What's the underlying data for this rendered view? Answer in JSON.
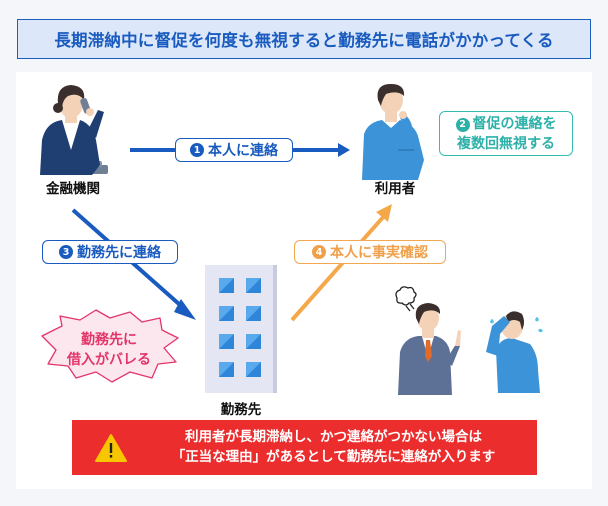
{
  "title": "長期滞納中に督促を何度も無視すると勤務先に電話がかかってくる",
  "actors": {
    "bank": "金融機関",
    "user": "利用者",
    "employer": "勤務先"
  },
  "steps": [
    {
      "num": "1",
      "label": "本人に連絡"
    },
    {
      "num": "2",
      "line1": "督促の連絡を",
      "line2": "複数回無視する"
    },
    {
      "num": "3",
      "label": "勤務先に連絡"
    },
    {
      "num": "4",
      "label": "本人に事実確認"
    }
  ],
  "burst": {
    "line1": "勤務先に",
    "line2": "借入がバレる"
  },
  "warning": {
    "icon": "warning-triangle-icon",
    "line1": "利用者が長期滞納し、かつ連絡がつかない場合は",
    "line2": "「正当な理由」があるとして勤務先に連絡が入ります"
  },
  "colors": {
    "title_blue": "#1a5bbf",
    "title_bg": "#dce8f9",
    "arrow_blue": "#1a5bbf",
    "arrow_orange": "#f5a84a",
    "teal": "#2cb1a9",
    "burst_pink": "#e2356a",
    "burst_fill": "#fde7ee",
    "warning_red": "#ec2d2d",
    "warning_yellow": "#f7c600"
  }
}
